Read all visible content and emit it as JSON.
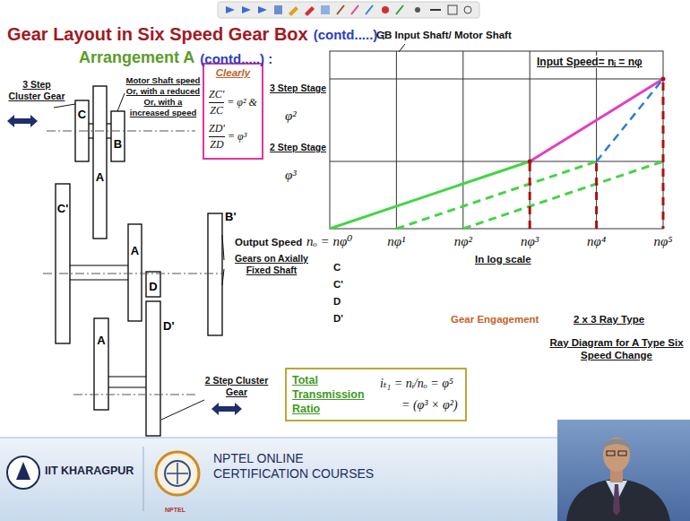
{
  "diagram": {
    "title": "Gear Layout in Six Speed Gear Box",
    "nodes": [
      {
        "text": [
          "Clearly",
          "ZC'",
          "ZC",
          "= φ² &",
          "ZD'",
          "ZD",
          "= φ³"
        ]
      },
      {
        "text": [
          "Total Transmission Ratio",
          "iₜ₁ = nᵢ/nₒ = φ⁵",
          "= (φ³ × φ²)"
        ]
      }
    ],
    "labels": [
      "(contd.....) :",
      "Arrangement A",
      "(contd.....) :",
      "3 Step Cluster Gear",
      "Motor Shaft speed Or, with a reduced Or, with a increased speed",
      "C",
      "A",
      "B",
      "C'",
      "A",
      "D",
      "D'",
      "A",
      "B'",
      "Gears on Axially Fixed Shaft",
      "2 Step Cluster Gear",
      "3 Step Stage",
      "φ²",
      "2 Step Stage",
      "φ³",
      "GB Input Shaft/ Motor Shaft",
      "Input Speed= nᵢ = nφ",
      "Output Speed",
      "nₒ = nφ⁰",
      "nφ¹",
      "nφ²",
      "nφ³",
      "nφ⁴",
      "nφ⁵",
      "In log scale",
      "C",
      "C'",
      "D",
      "D'",
      "Gear Engagement",
      "2 x 3 Ray Type",
      "Ray Diagram for A Type Six Speed Change",
      "IIT KHARAGPUR",
      "NPTEL ONLINE CERTIFICATION COURSES",
      "NPTEL"
    ]
  }
}
